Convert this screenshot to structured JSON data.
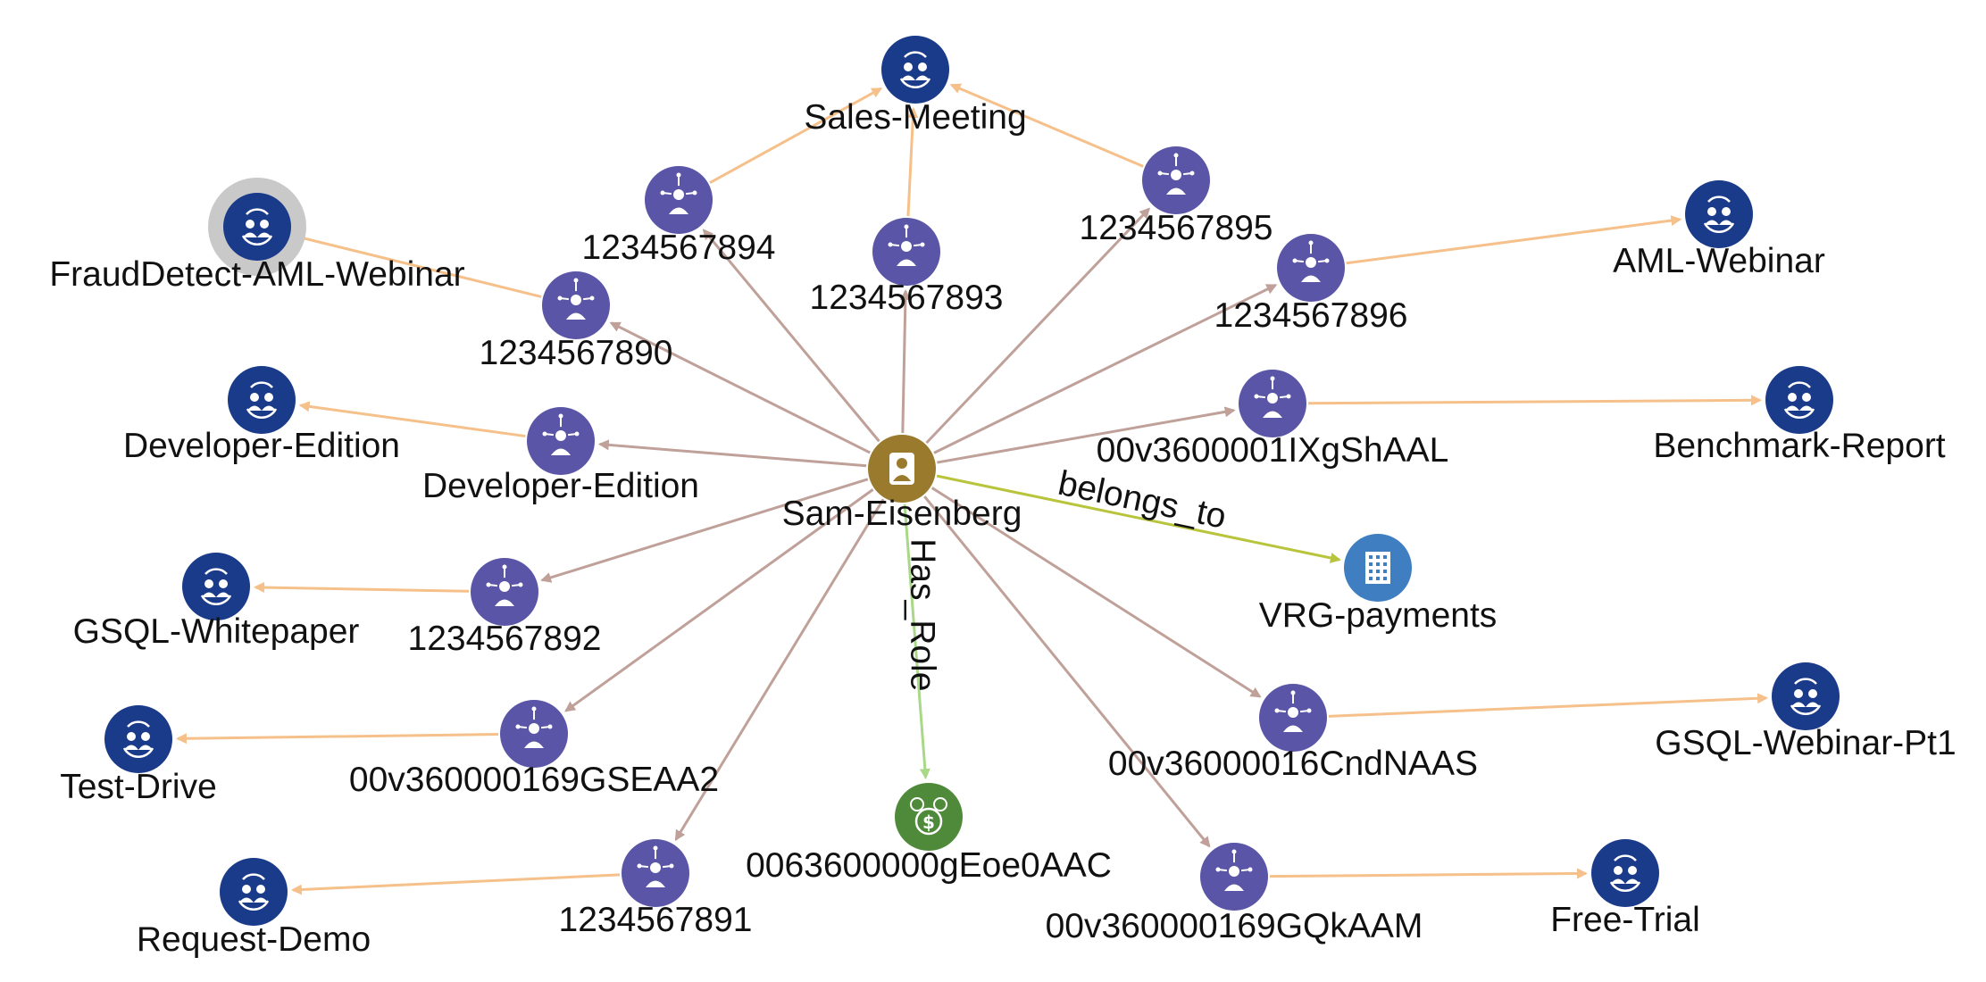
{
  "colors": {
    "campaign": "#1a3a8a",
    "touch": "#5a55a6",
    "center": "#9a7a2c",
    "account": "#3f7fc1",
    "opportunity": "#4f8a3a",
    "edge_touch": "#bfa19a",
    "edge_campaign": "#f5c08a",
    "edge_belongs": "#b8c43c",
    "edge_role": "#a8d888",
    "selection_halo": "#c9c9c9"
  },
  "nodes": [
    {
      "id": "sam",
      "label": "Sam-Eisenberg",
      "type": "contact",
      "icon": "person-icon"
    },
    {
      "id": "sales",
      "label": "Sales-Meeting",
      "type": "campaign",
      "icon": "group-icon"
    },
    {
      "id": "fraud",
      "label": "FraudDetect-AML-Webinar",
      "type": "campaign",
      "icon": "group-icon",
      "selected": true
    },
    {
      "id": "aml",
      "label": "AML-Webinar",
      "type": "campaign",
      "icon": "group-icon"
    },
    {
      "id": "devcamp",
      "label": "Developer-Edition",
      "type": "campaign",
      "icon": "group-icon"
    },
    {
      "id": "bench",
      "label": "Benchmark-Report",
      "type": "campaign",
      "icon": "group-icon"
    },
    {
      "id": "gsqlwp",
      "label": "GSQL-Whitepaper",
      "type": "campaign",
      "icon": "group-icon"
    },
    {
      "id": "gsqlweb",
      "label": "GSQL-Webinar-Pt1",
      "type": "campaign",
      "icon": "group-icon"
    },
    {
      "id": "test",
      "label": "Test-Drive",
      "type": "campaign",
      "icon": "group-icon"
    },
    {
      "id": "demo",
      "label": "Request-Demo",
      "type": "campaign",
      "icon": "group-icon"
    },
    {
      "id": "free",
      "label": "Free-Trial",
      "type": "campaign",
      "icon": "group-icon"
    },
    {
      "id": "t894",
      "label": "1234567894",
      "type": "touch",
      "icon": "person-network-icon"
    },
    {
      "id": "t893",
      "label": "1234567893",
      "type": "touch",
      "icon": "person-network-icon"
    },
    {
      "id": "t895",
      "label": "1234567895",
      "type": "touch",
      "icon": "person-network-icon"
    },
    {
      "id": "t890",
      "label": "1234567890",
      "type": "touch",
      "icon": "person-network-icon"
    },
    {
      "id": "t896",
      "label": "1234567896",
      "type": "touch",
      "icon": "person-network-icon"
    },
    {
      "id": "dev",
      "label": "Developer-Edition",
      "type": "touch",
      "icon": "person-network-icon"
    },
    {
      "id": "ixg",
      "label": "00v3600001IXgShAAL",
      "type": "touch",
      "icon": "person-network-icon"
    },
    {
      "id": "t892",
      "label": "1234567892",
      "type": "touch",
      "icon": "person-network-icon"
    },
    {
      "id": "vrg",
      "label": "VRG-payments",
      "type": "account",
      "icon": "building-icon"
    },
    {
      "id": "gse",
      "label": "00v360000169GSEAA2",
      "type": "touch",
      "icon": "person-network-icon"
    },
    {
      "id": "cnd",
      "label": "00v36000016CndNAAS",
      "type": "touch",
      "icon": "person-network-icon"
    },
    {
      "id": "opp",
      "label": "0063600000gEoe0AAC",
      "type": "opportunity",
      "icon": "money-icon"
    },
    {
      "id": "t891",
      "label": "1234567891",
      "type": "touch",
      "icon": "person-network-icon"
    },
    {
      "id": "gqk",
      "label": "00v360000169GQkAAM",
      "type": "touch",
      "icon": "person-network-icon"
    }
  ],
  "edges": [
    {
      "from": "sam",
      "to": "t894",
      "kind": "touch"
    },
    {
      "from": "sam",
      "to": "t893",
      "kind": "touch"
    },
    {
      "from": "sam",
      "to": "t895",
      "kind": "touch"
    },
    {
      "from": "sam",
      "to": "t890",
      "kind": "touch"
    },
    {
      "from": "sam",
      "to": "t896",
      "kind": "touch"
    },
    {
      "from": "sam",
      "to": "dev",
      "kind": "touch"
    },
    {
      "from": "sam",
      "to": "ixg",
      "kind": "touch"
    },
    {
      "from": "sam",
      "to": "t892",
      "kind": "touch"
    },
    {
      "from": "sam",
      "to": "gse",
      "kind": "touch"
    },
    {
      "from": "sam",
      "to": "t891",
      "kind": "touch"
    },
    {
      "from": "sam",
      "to": "cnd",
      "kind": "touch"
    },
    {
      "from": "sam",
      "to": "gqk",
      "kind": "touch"
    },
    {
      "from": "t894",
      "to": "sales",
      "kind": "campaign"
    },
    {
      "from": "t893",
      "to": "sales",
      "kind": "campaign"
    },
    {
      "from": "t895",
      "to": "sales",
      "kind": "campaign"
    },
    {
      "from": "t890",
      "to": "fraud",
      "kind": "campaign"
    },
    {
      "from": "t896",
      "to": "aml",
      "kind": "campaign"
    },
    {
      "from": "dev",
      "to": "devcamp",
      "kind": "campaign"
    },
    {
      "from": "ixg",
      "to": "bench",
      "kind": "campaign"
    },
    {
      "from": "t892",
      "to": "gsqlwp",
      "kind": "campaign"
    },
    {
      "from": "gse",
      "to": "test",
      "kind": "campaign"
    },
    {
      "from": "t891",
      "to": "demo",
      "kind": "campaign"
    },
    {
      "from": "cnd",
      "to": "gsqlweb",
      "kind": "campaign"
    },
    {
      "from": "gqk",
      "to": "free",
      "kind": "campaign"
    },
    {
      "from": "sam",
      "to": "vrg",
      "kind": "belongs",
      "label": "belongs_to"
    },
    {
      "from": "sam",
      "to": "opp",
      "kind": "role",
      "label": "Has_Role"
    }
  ]
}
